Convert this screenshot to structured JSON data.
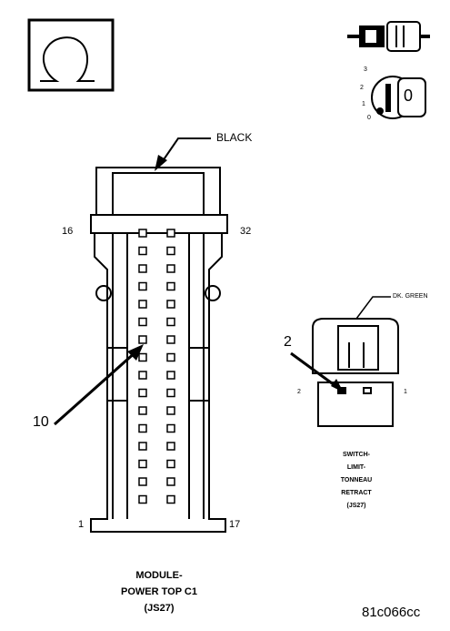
{
  "connector_c1": {
    "wire_color": "BLACK",
    "pin_top_left": "16",
    "pin_top_right": "32",
    "pin_bottom_left": "1",
    "pin_bottom_right": "17",
    "callout_pin": "10",
    "title_line1": "MODULE-",
    "title_line2": "POWER TOP C1",
    "title_line3": "(JS27)"
  },
  "connector_switch": {
    "wire_color": "DK. GREEN",
    "callout_pin": "2",
    "pin_left": "2",
    "pin_right": "1",
    "title_line1": "SWITCH-",
    "title_line2": "LIMIT-",
    "title_line3": "TONNEAU",
    "title_line4": "RETRACT",
    "title_line5": "(JS27)"
  },
  "key_icon": {
    "positions": [
      "3",
      "2",
      "1",
      "0"
    ],
    "key_label": "0"
  },
  "figure_id": "81c066cc"
}
